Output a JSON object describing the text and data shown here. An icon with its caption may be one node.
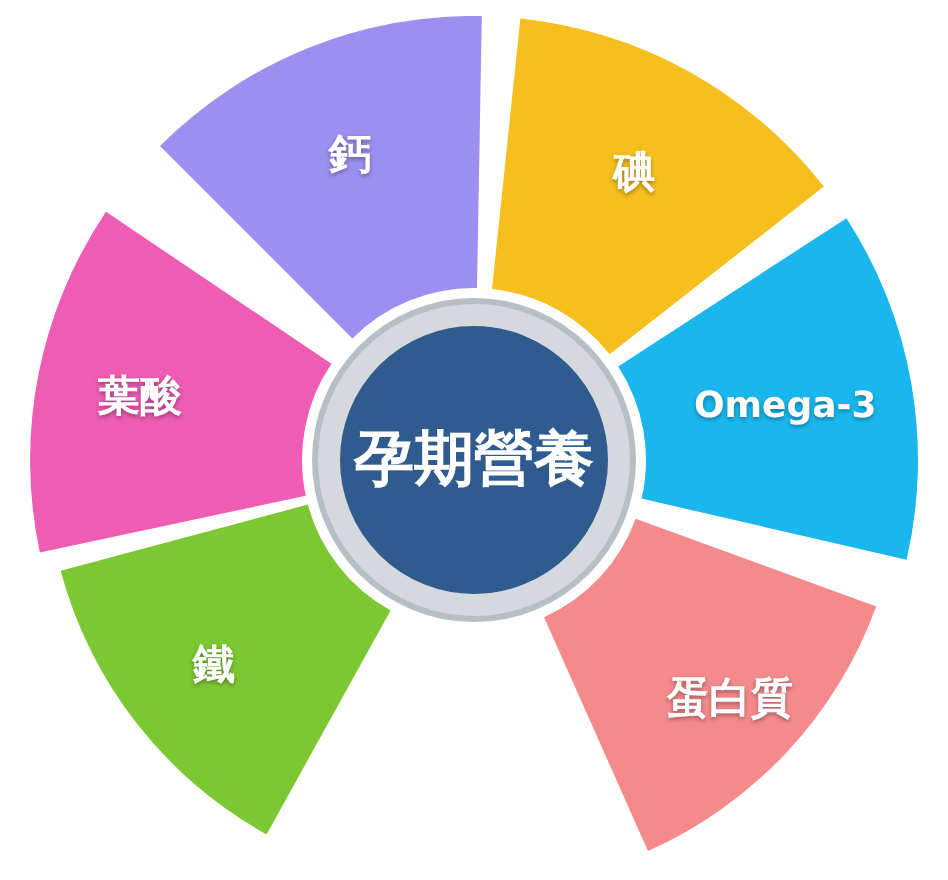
{
  "diagram": {
    "nodes": [
      {
        "text": [
          "孕期營養"
        ]
      },
      {
        "text": [
          "鈣"
        ]
      },
      {
        "text": [
          "碘"
        ]
      },
      {
        "text": [
          "Omega-3"
        ]
      },
      {
        "text": [
          "蛋白質"
        ]
      },
      {
        "text": [
          "鐵"
        ]
      },
      {
        "text": [
          "葉酸"
        ]
      }
    ],
    "edges": []
  }
}
